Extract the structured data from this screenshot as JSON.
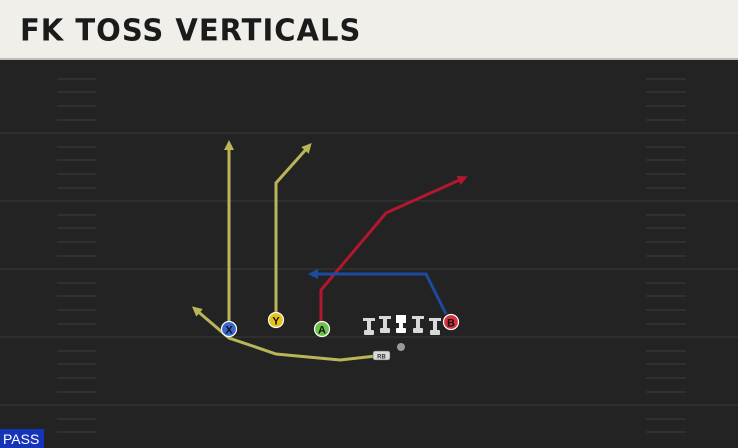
{
  "play": {
    "title": "FK TOSS VERTICALS",
    "type_tag": "PASS"
  },
  "players": [
    {
      "id": "X",
      "label": "X",
      "color": "#3a66c9"
    },
    {
      "id": "Y",
      "label": "Y",
      "color": "#e8c21c"
    },
    {
      "id": "A",
      "label": "A",
      "color": "#6cc24a"
    },
    {
      "id": "B",
      "label": "B",
      "color": "#d8323f"
    },
    {
      "id": "RB",
      "label": "RB",
      "color": "#d9d9d9"
    }
  ],
  "linemen": {
    "count": 5,
    "color": "#d9d9d9",
    "center_color": "#ffffff"
  },
  "route_colors": {
    "X": "#b9b558",
    "Y": "#b9b558",
    "A": "#b0182e",
    "B": "#1e4aa0",
    "RB": "#b9b558"
  },
  "colors": {
    "field": "#232323",
    "yard_line": "#3a3a3a",
    "hash": "#3c3c3c",
    "title_bg": "#f0efe9",
    "tag_bg": "#1634b8"
  }
}
